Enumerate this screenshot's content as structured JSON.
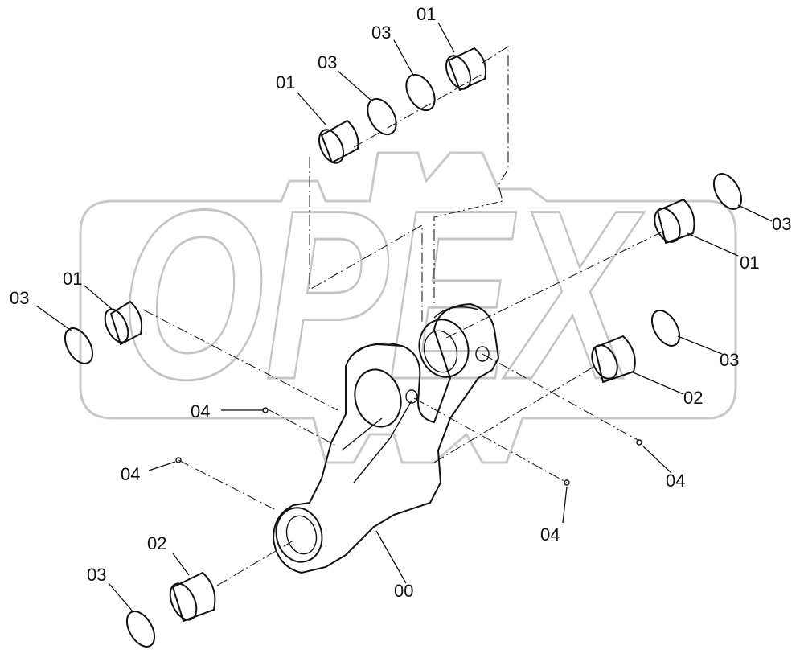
{
  "watermark": {
    "text": "OPEX"
  },
  "callouts": [
    {
      "id": "c01a",
      "label": "01"
    },
    {
      "id": "c03a",
      "label": "03"
    },
    {
      "id": "c03b",
      "label": "03"
    },
    {
      "id": "c01b",
      "label": "01"
    },
    {
      "id": "c03c",
      "label": "03"
    },
    {
      "id": "c01c",
      "label": "01"
    },
    {
      "id": "c01d",
      "label": "01"
    },
    {
      "id": "c03d",
      "label": "03"
    },
    {
      "id": "c03e",
      "label": "03"
    },
    {
      "id": "c02a",
      "label": "02"
    },
    {
      "id": "c04a",
      "label": "04"
    },
    {
      "id": "c04b",
      "label": "04"
    },
    {
      "id": "c04c",
      "label": "04"
    },
    {
      "id": "c04d",
      "label": "04"
    },
    {
      "id": "c02b",
      "label": "02"
    },
    {
      "id": "c03f",
      "label": "03"
    },
    {
      "id": "c00",
      "label": "00"
    }
  ]
}
